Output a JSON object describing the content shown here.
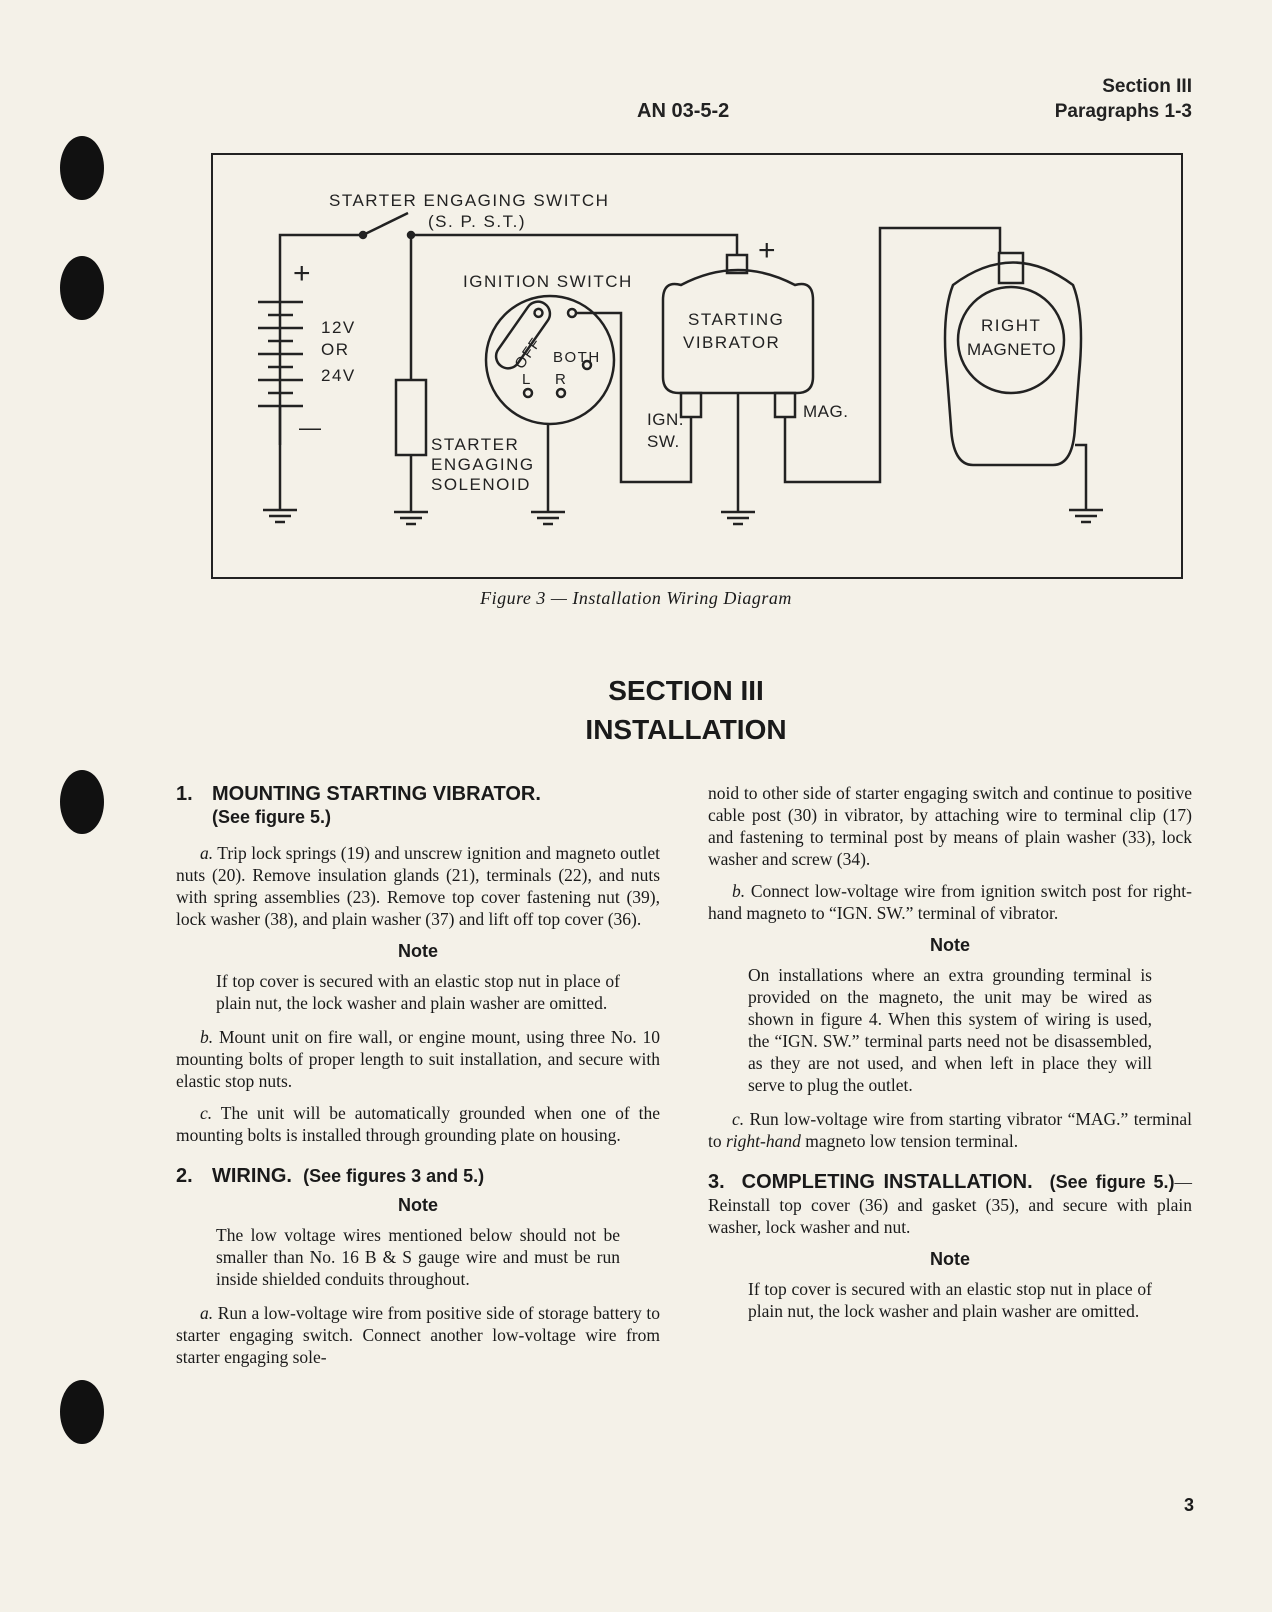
{
  "header": {
    "doc_number": "AN 03-5-2",
    "section": "Section III",
    "paragraphs": "Paragraphs 1-3"
  },
  "figure": {
    "labels": {
      "starter_switch": "STARTER ENGAGING SWITCH",
      "spst": "(S. P. S.T.)",
      "ignition_switch": "IGNITION SWITCH",
      "battery_12v": "12V",
      "battery_or": "OR",
      "battery_24v": "24V",
      "plus": "+",
      "minus": "—",
      "off": "OFF",
      "both": "BOTH",
      "l": "L",
      "r": "R",
      "starting": "STARTING",
      "vibrator": "VIBRATOR",
      "ign": "IGN.",
      "sw": "SW.",
      "mag": "MAG.",
      "right": "RIGHT",
      "magneto": "MAGNETO",
      "starter": "STARTER",
      "engaging": "ENGAGING",
      "solenoid": "SOLENOID"
    },
    "caption": "Figure 3 — Installation Wiring Diagram"
  },
  "section_title": {
    "line1": "SECTION III",
    "line2": "INSTALLATION"
  },
  "left_column": {
    "h1_num": "1.",
    "h1_title": "MOUNTING STARTING VIBRATOR.",
    "h1_sub": "(See figure 5.)",
    "p1a_letter": "a.",
    "p1a": "Trip lock springs (19) and unscrew ignition and magneto outlet nuts (20). Remove insulation glands (21), terminals (22), and nuts with spring assemblies (23). Remove top cover fastening nut (39), lock washer (38), and plain washer (37) and lift off top cover (36).",
    "note1_title": "Note",
    "note1": "If top cover is secured with an elastic stop nut in place of plain nut, the lock washer and plain washer are omitted.",
    "p1b_letter": "b.",
    "p1b": "Mount unit on fire wall, or engine mount, using three No. 10 mounting bolts of proper length to suit installation, and secure with elastic stop nuts.",
    "p1c_letter": "c.",
    "p1c": "The unit will be automatically grounded when one of the mounting bolts is installed through grounding plate on housing.",
    "h2_num": "2.",
    "h2_title": "WIRING.",
    "h2_sub": "(See figures 3 and 5.)",
    "note2_title": "Note",
    "note2": "The low voltage wires mentioned below should not be smaller than No. 16 B & S gauge wire and must be run inside shielded conduits throughout.",
    "p2a_letter": "a.",
    "p2a": "Run a low-voltage wire from positive side of storage battery to starter engaging switch. Connect another low-voltage wire from starter engaging sole-"
  },
  "right_column": {
    "p2a_cont": "noid to other side of starter engaging switch and continue to positive cable post (30) in vibrator, by attaching wire to terminal clip (17) and fastening to terminal post by means of plain washer (33), lock washer and screw (34).",
    "p2b_letter": "b.",
    "p2b": "Connect low-voltage wire from ignition switch post for right-hand magneto to “IGN. SW.” terminal of vibrator.",
    "note3_title": "Note",
    "note3": "On installations where an extra grounding terminal is provided on the magneto, the unit may be wired as shown in figure 4. When this system of wiring is used, the “IGN. SW.” terminal parts need not be disassembled, as they are not used, and when left in place they will serve to plug the outlet.",
    "p2c_letter": "c.",
    "p2c_pre": "Run low-voltage wire from starting vibrator “MAG.” terminal to",
    "p2c_em": "right-hand",
    "p2c_post": "magneto low tension terminal.",
    "h3_num": "3.",
    "h3_title": "COMPLETING INSTALLATION.",
    "h3_sub": "(See figure 5.)",
    "h3_text": "—Reinstall top cover (36) and gasket (35), and secure with plain washer, lock washer and nut.",
    "note4_title": "Note",
    "note4": "If top cover is secured with an elastic stop nut in place of plain nut, the lock washer and plain washer are omitted."
  },
  "page_number": "3"
}
